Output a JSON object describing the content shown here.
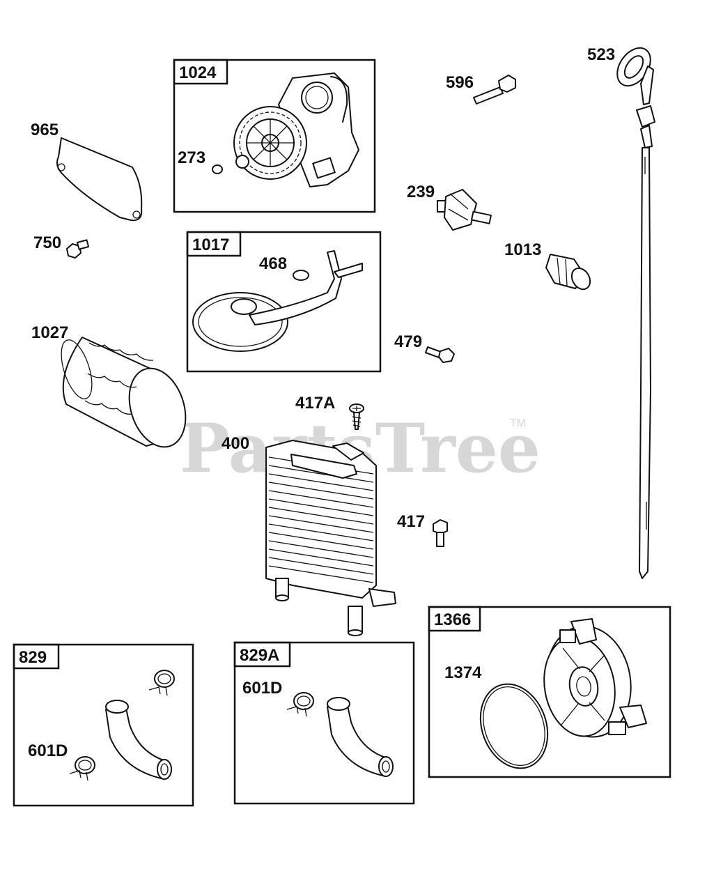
{
  "watermark": {
    "text": "PartsTree",
    "trademark": "TM"
  },
  "boxes": [
    {
      "id": "box-1024",
      "label": "1024"
    },
    {
      "id": "box-1017",
      "label": "1017"
    },
    {
      "id": "box-829",
      "label": "829"
    },
    {
      "id": "box-829A",
      "label": "829A"
    },
    {
      "id": "box-1366",
      "label": "1366"
    }
  ],
  "callouts": [
    "965",
    "750",
    "273",
    "1027",
    "468",
    "596",
    "239",
    "1013",
    "523",
    "479",
    "417A",
    "400",
    "417",
    "601D",
    "601D",
    "1374"
  ]
}
